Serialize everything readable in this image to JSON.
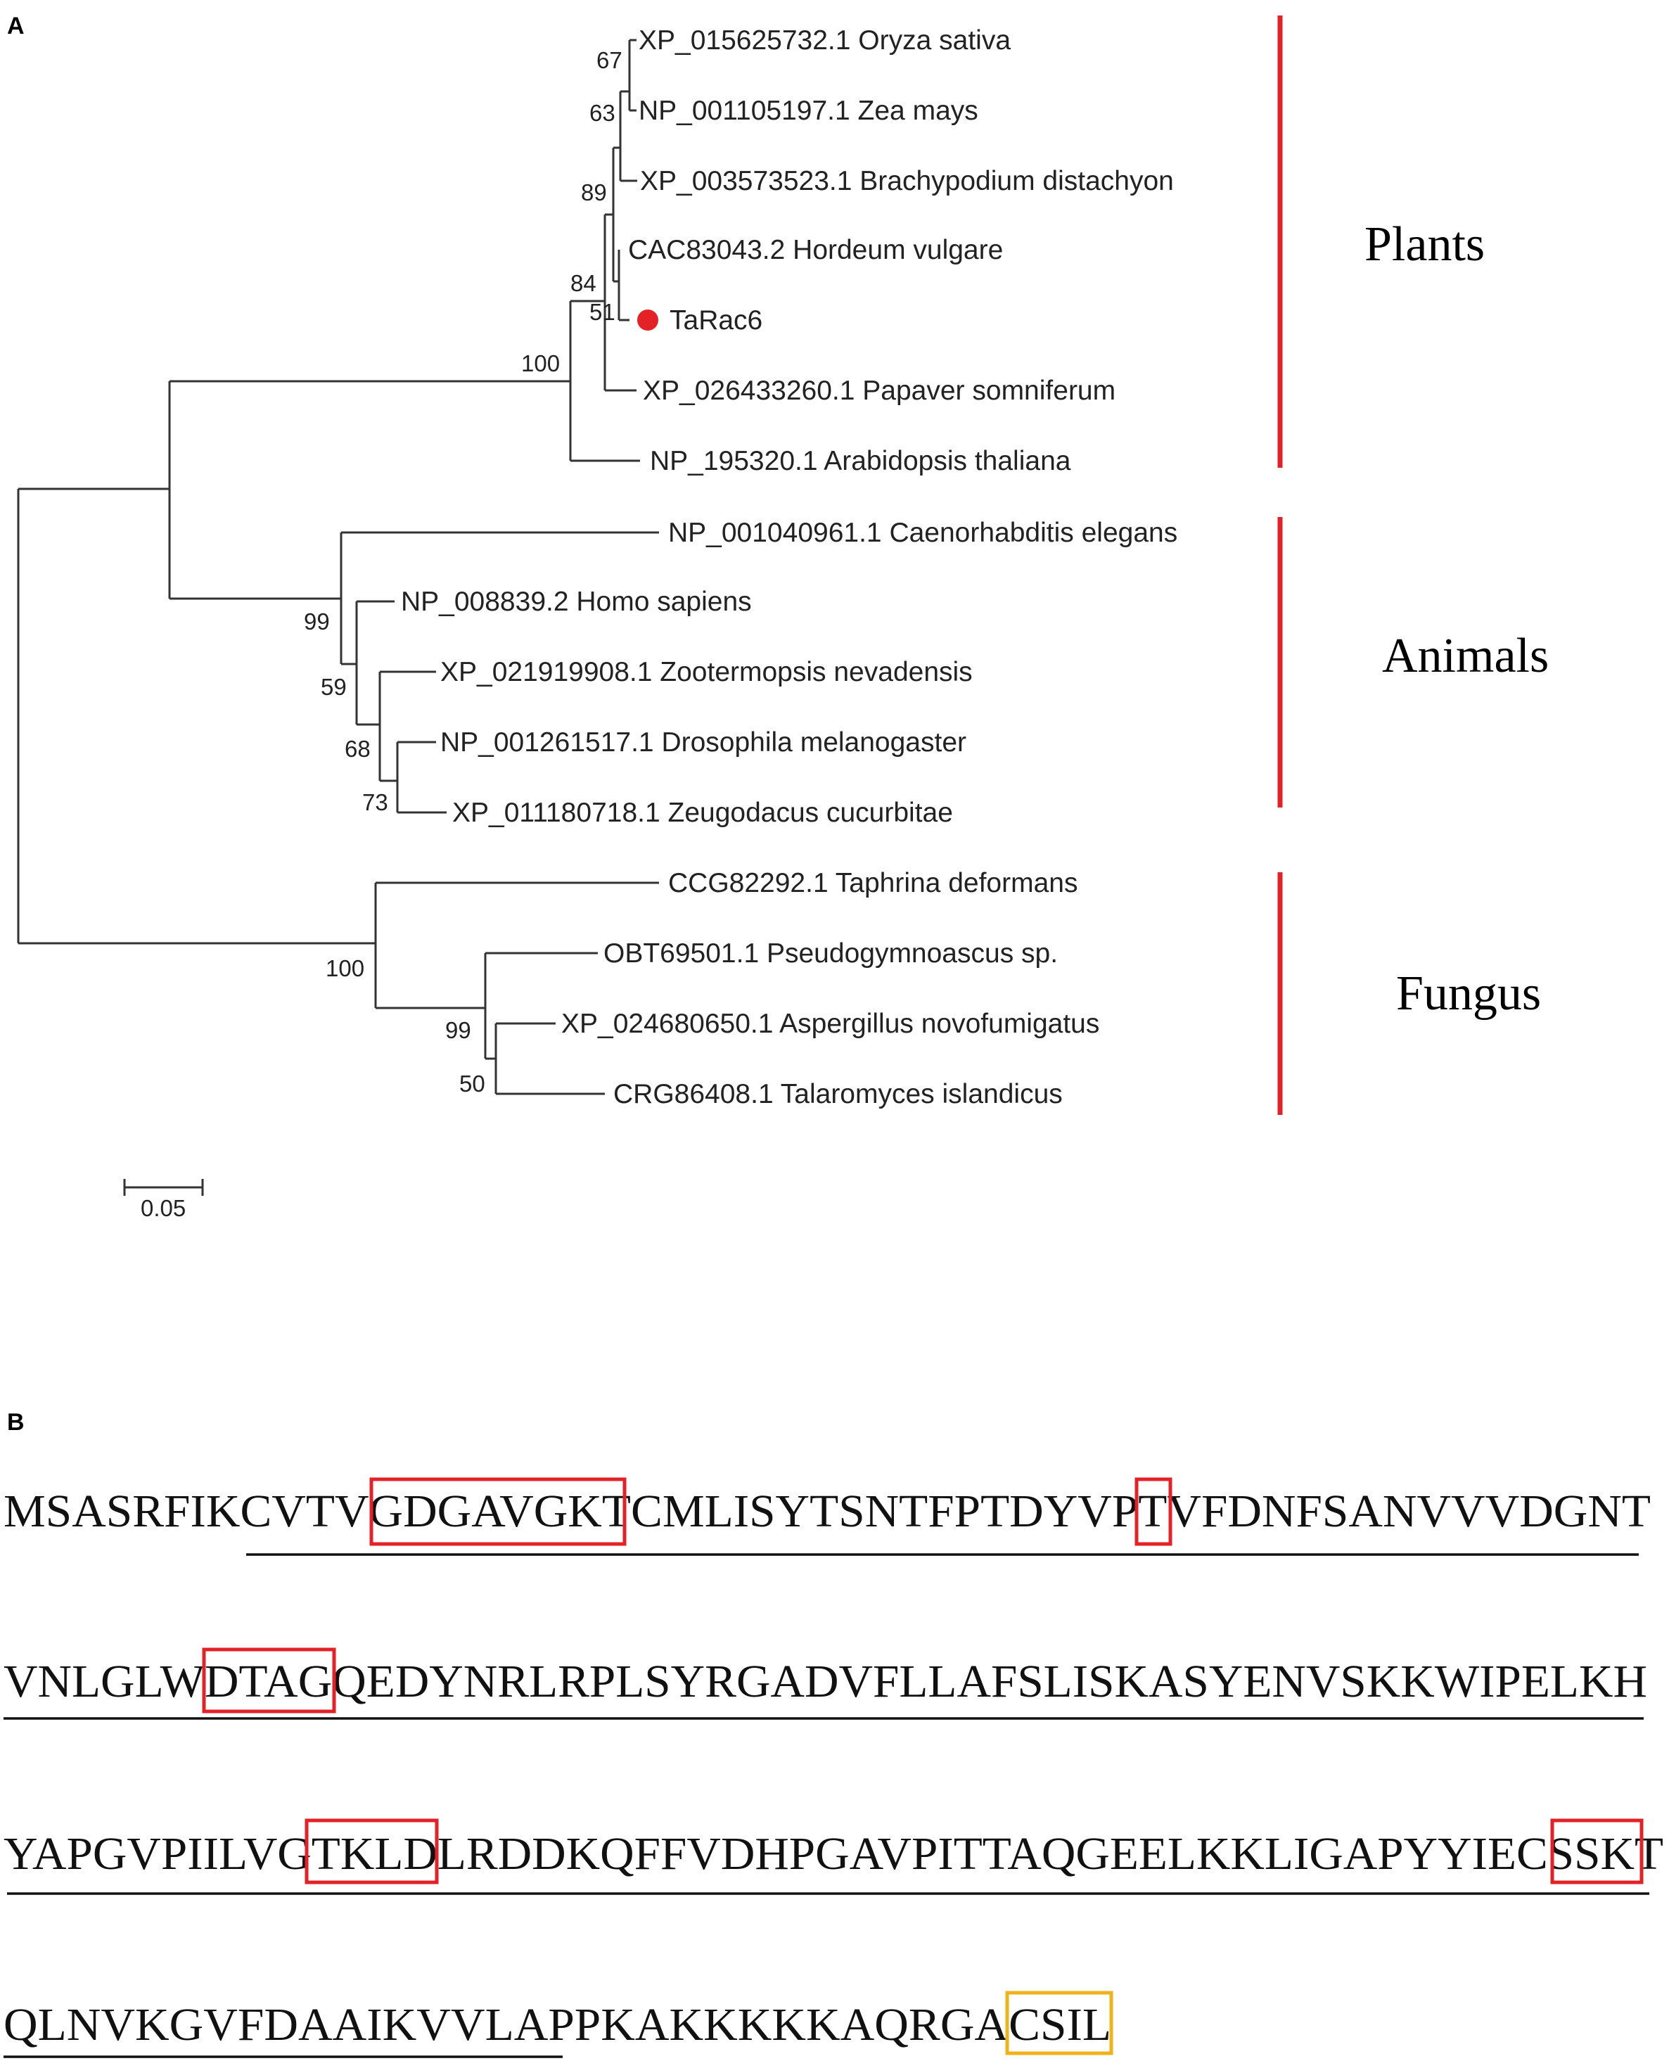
{
  "panel_a_label": "A",
  "panel_b_label": "B",
  "colors": {
    "marker": "#e32126",
    "group_bar": "#e32126",
    "motif_box": "#e32126",
    "terminal_box": "#f0b21b"
  },
  "taxa": [
    "XP_015625732.1 Oryza sativa",
    "NP_001105197.1 Zea mays",
    "XP_003573523.1 Brachypodium distachyon",
    "CAC83043.2 Hordeum vulgare",
    "TaRac6",
    "XP_026433260.1 Papaver somniferum",
    "NP_195320.1 Arabidopsis thaliana",
    "NP_001040961.1 Caenorhabditis elegans",
    "NP_008839.2 Homo sapiens",
    "XP_021919908.1 Zootermopsis nevadensis",
    "NP_001261517.1 Drosophila melanogaster",
    "XP_011180718.1 Zeugodacus cucurbitae",
    "CCG82292.1 Taphrina deformans",
    "OBT69501.1 Pseudogymnoascus sp.",
    "XP_024680650.1 Aspergillus novofumigatus",
    "CRG86408.1 Talaromyces islandicus"
  ],
  "bootstrap": [
    "67",
    "63",
    "89",
    "84",
    "51",
    "100",
    "99",
    "59",
    "68",
    "73",
    "100",
    "99",
    "50"
  ],
  "groups": [
    "Plants",
    "Animals",
    "Fungus"
  ],
  "scale_bar": {
    "label": "0.05",
    "value": 0.05
  },
  "sequence_lines": [
    "MSASRFIKCVTVGDGAVGKTCMLISYTSNTFPTDYVPTVFDNFSANVVVDGNT",
    "VNLGLWDTAGQEDYNRLRPLSYRGADVFLLAFSLISKASYENVSKKWIPELKH",
    "YAPGVPIILVGTKLDLRDDKQFFVDHPGAVPITTAQGEELKKLIGAPYYIECSSKT",
    "QLNVKGVFDAAIKVVLAPPKAKKKKKAQRGACSIL"
  ]
}
